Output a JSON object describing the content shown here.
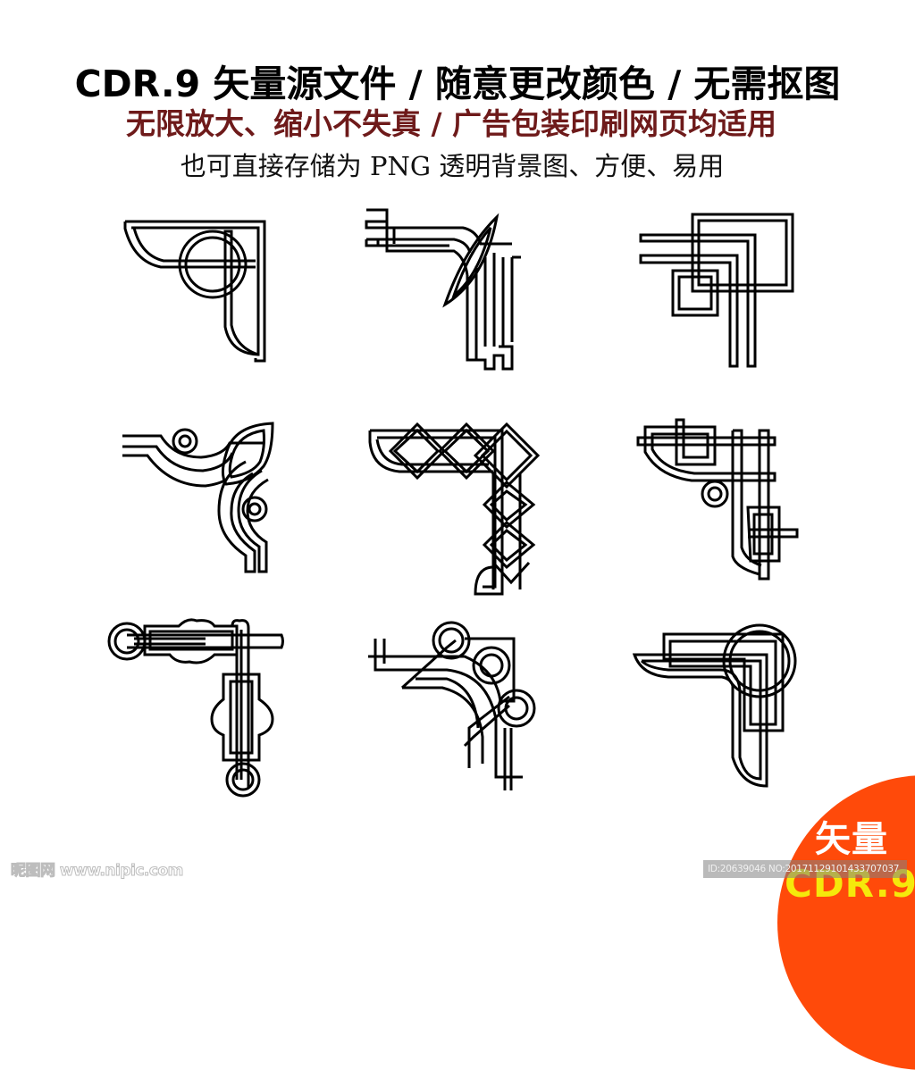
{
  "header": {
    "headline": "CDR.9 矢量源文件 / 随意更改颜色 / 无需抠图",
    "subline": "无限放大、缩小不失真 / 广告包装印刷网页均适用",
    "subline_color": "#6e1a1a",
    "tagline": "也可直接存储为 PNG 透明背景图、方便、易用"
  },
  "gallery": {
    "layout": "3x3 grid",
    "items": [
      {
        "name": "corner-ornament-1",
        "style": "circle-cross with quarter-round arms"
      },
      {
        "name": "corner-ornament-2",
        "style": "vesica pointed-oval knot with stepped triple bands"
      },
      {
        "name": "corner-ornament-3",
        "style": "interlaced squares with parallel bands"
      },
      {
        "name": "corner-ornament-4",
        "style": "leaf scroll with small rings"
      },
      {
        "name": "corner-ornament-5",
        "style": "diamond lattice interlace chain"
      },
      {
        "name": "corner-ornament-6",
        "style": "cross-bar fret with ring"
      },
      {
        "name": "corner-ornament-7",
        "style": "cartouche bars with spiral ends"
      },
      {
        "name": "corner-ornament-8",
        "style": "ring-linked stepped bands"
      },
      {
        "name": "corner-ornament-9",
        "style": "large ring with nested rectangles"
      }
    ],
    "stroke_color": "#000000",
    "background": "#ffffff"
  },
  "badge": {
    "title": "矢量",
    "subtitle": "CDR.9",
    "bg_color": "#ff4a0a",
    "title_color": "#ffffff",
    "subtitle_color": "#f5e90b"
  },
  "watermark": {
    "site": "昵图网 www.nipic.com",
    "id_text": "ID:20639046 NO:20171129101433707037"
  }
}
